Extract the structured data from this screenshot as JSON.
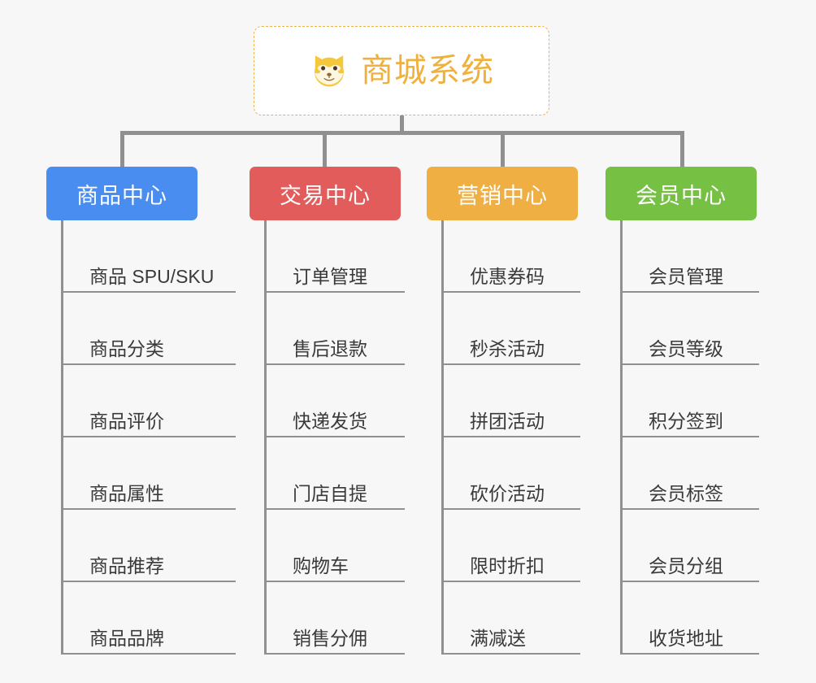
{
  "root": {
    "title": "商城系统",
    "icon": "dog-face-icon",
    "border_color": "#eeb04a",
    "text_color": "#f0b03c",
    "background": "#ffffff"
  },
  "canvas": {
    "background": "#f7f7f7",
    "connector_color": "#909090"
  },
  "branches": [
    {
      "id": "goods-center",
      "label": "商品中心",
      "color": "#4a8df0",
      "items": [
        "商品 SPU/SKU",
        "商品分类",
        "商品评价",
        "商品属性",
        "商品推荐",
        "商品品牌"
      ]
    },
    {
      "id": "trade-center",
      "label": "交易中心",
      "color": "#e25c5c",
      "items": [
        "订单管理",
        "售后退款",
        "快递发货",
        "门店自提",
        "购物车",
        "销售分佣"
      ]
    },
    {
      "id": "promotion-center",
      "label": "营销中心",
      "color": "#efaf43",
      "items": [
        "优惠券码",
        "秒杀活动",
        "拼团活动",
        "砍价活动",
        "限时折扣",
        "满减送"
      ]
    },
    {
      "id": "member-center",
      "label": "会员中心",
      "color": "#76c043",
      "items": [
        "会员管理",
        "会员等级",
        "积分签到",
        "会员标签",
        "会员分组",
        "收货地址"
      ]
    }
  ]
}
